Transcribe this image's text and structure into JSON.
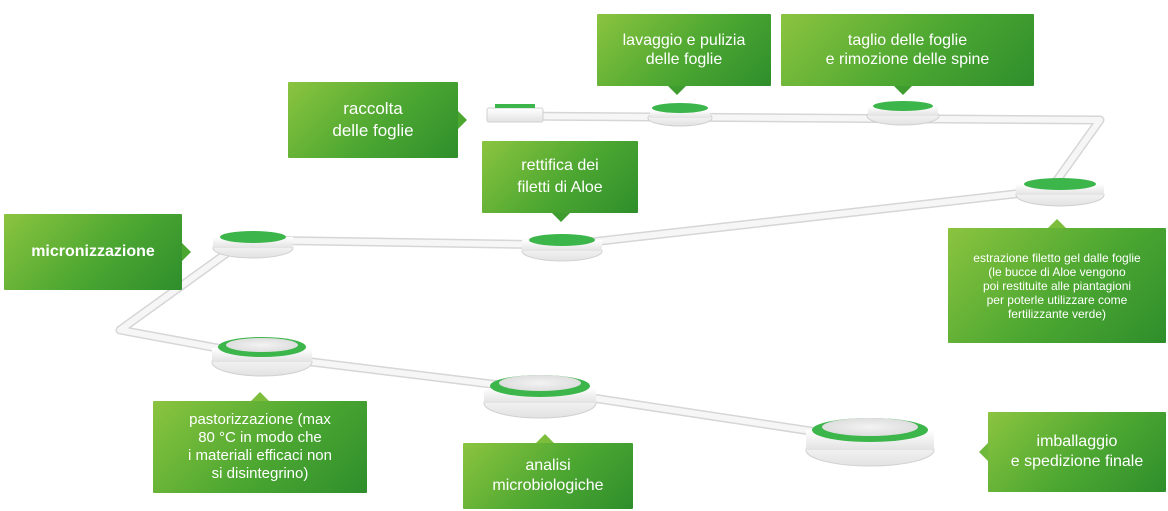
{
  "steps": {
    "raccolta": "raccolta\ndelle foglie",
    "lavaggio": "lavaggio e pulizia\ndelle foglie",
    "taglio": "taglio delle foglie\ne rimozione delle spine",
    "rettifica": "rettifica dei\nfiletti di Aloe",
    "estrazione": "estrazione filetto gel dalle foglie\n(le bucce di Aloe vengono\npoi restituite alle piantagioni\nper poterle utilizzare come\nfertilizzante verde)",
    "micronizzazione": "micronizzazione",
    "pastorizzazione": "pastorizzazione (max\n80 °C in modo che\ni materiali efficaci non\nsi disintegrino)",
    "analisi": "analisi\nmicrobiologiche",
    "imballaggio": "imballaggio\ne spedizione finale"
  },
  "colors": {
    "green_light": "#8bc43f",
    "green_dark": "#2f8e2c",
    "ring_green": "#3cb54a",
    "track": "#f1f1f1"
  }
}
